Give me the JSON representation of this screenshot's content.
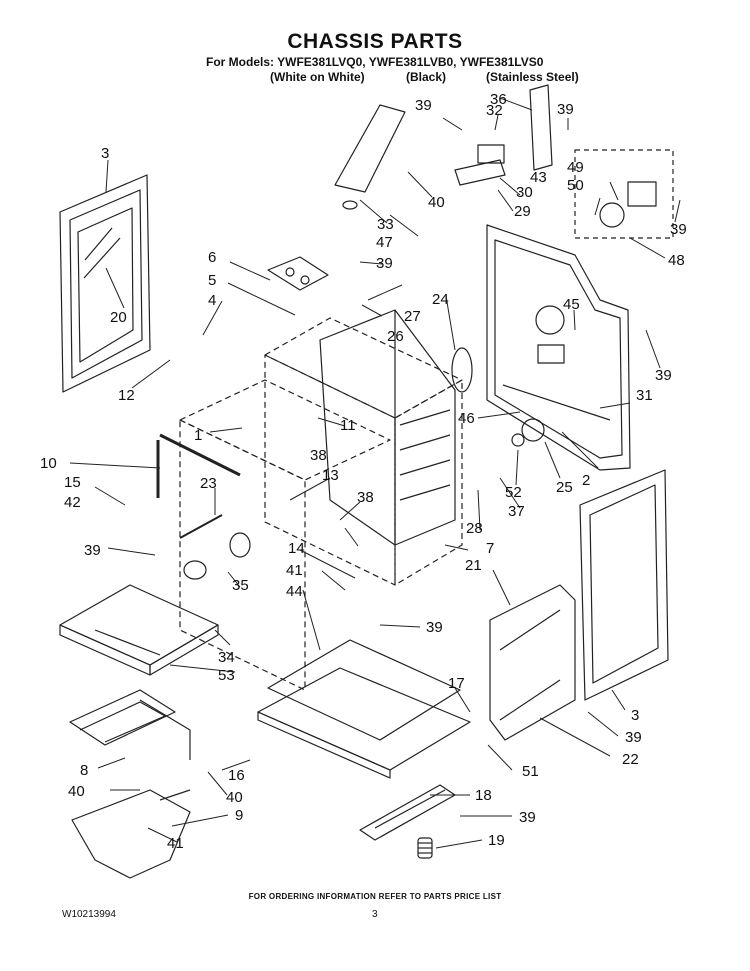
{
  "header": {
    "title": "CHASSIS PARTS",
    "models_line": "For Models: YWFE381LVQ0, YWFE381LVB0, YWFE381LVS0",
    "variants": [
      "(White on White)",
      "(Black)",
      "(Stainless Steel)"
    ]
  },
  "callouts": [
    {
      "id": "c1",
      "label": "1"
    },
    {
      "id": "c2",
      "label": "2"
    },
    {
      "id": "c3a",
      "label": "3"
    },
    {
      "id": "c3b",
      "label": "3"
    },
    {
      "id": "c4",
      "label": "4"
    },
    {
      "id": "c5",
      "label": "5"
    },
    {
      "id": "c6",
      "label": "6"
    },
    {
      "id": "c7",
      "label": "7"
    },
    {
      "id": "c8",
      "label": "8"
    },
    {
      "id": "c9",
      "label": "9"
    },
    {
      "id": "c10",
      "label": "10"
    },
    {
      "id": "c11",
      "label": "11"
    },
    {
      "id": "c12",
      "label": "12"
    },
    {
      "id": "c13",
      "label": "13"
    },
    {
      "id": "c14",
      "label": "14"
    },
    {
      "id": "c15",
      "label": "15"
    },
    {
      "id": "c16",
      "label": "16"
    },
    {
      "id": "c17",
      "label": "17"
    },
    {
      "id": "c18",
      "label": "18"
    },
    {
      "id": "c19",
      "label": "19"
    },
    {
      "id": "c20",
      "label": "20"
    },
    {
      "id": "c21",
      "label": "21"
    },
    {
      "id": "c22",
      "label": "22"
    },
    {
      "id": "c23",
      "label": "23"
    },
    {
      "id": "c24",
      "label": "24"
    },
    {
      "id": "c25",
      "label": "25"
    },
    {
      "id": "c26",
      "label": "26"
    },
    {
      "id": "c27",
      "label": "27"
    },
    {
      "id": "c28",
      "label": "28"
    },
    {
      "id": "c29",
      "label": "29"
    },
    {
      "id": "c30",
      "label": "30"
    },
    {
      "id": "c31",
      "label": "31"
    },
    {
      "id": "c32",
      "label": "32"
    },
    {
      "id": "c33",
      "label": "33"
    },
    {
      "id": "c34",
      "label": "34"
    },
    {
      "id": "c35",
      "label": "35"
    },
    {
      "id": "c36",
      "label": "36"
    },
    {
      "id": "c37",
      "label": "37"
    },
    {
      "id": "c38a",
      "label": "38"
    },
    {
      "id": "c38b",
      "label": "38"
    },
    {
      "id": "c39a",
      "label": "39"
    },
    {
      "id": "c39b",
      "label": "39"
    },
    {
      "id": "c39c",
      "label": "39"
    },
    {
      "id": "c39d",
      "label": "39"
    },
    {
      "id": "c39e",
      "label": "39"
    },
    {
      "id": "c39f",
      "label": "39"
    },
    {
      "id": "c39g",
      "label": "39"
    },
    {
      "id": "c39h",
      "label": "39"
    },
    {
      "id": "c39i",
      "label": "39"
    },
    {
      "id": "c39j",
      "label": "39"
    },
    {
      "id": "c40a",
      "label": "40"
    },
    {
      "id": "c40b",
      "label": "40"
    },
    {
      "id": "c40c",
      "label": "40"
    },
    {
      "id": "c41a",
      "label": "41"
    },
    {
      "id": "c41b",
      "label": "41"
    },
    {
      "id": "c42",
      "label": "42"
    },
    {
      "id": "c43",
      "label": "43"
    },
    {
      "id": "c44",
      "label": "44"
    },
    {
      "id": "c45",
      "label": "45"
    },
    {
      "id": "c46",
      "label": "46"
    },
    {
      "id": "c47",
      "label": "47"
    },
    {
      "id": "c48",
      "label": "48"
    },
    {
      "id": "c49",
      "label": "49"
    },
    {
      "id": "c50",
      "label": "50"
    },
    {
      "id": "c51",
      "label": "51"
    },
    {
      "id": "c52",
      "label": "52"
    },
    {
      "id": "c53",
      "label": "53"
    }
  ],
  "footer": {
    "ordering_note": "FOR ORDERING INFORMATION REFER TO PARTS PRICE LIST",
    "doc_number": "W10213994",
    "page_number": "3"
  }
}
